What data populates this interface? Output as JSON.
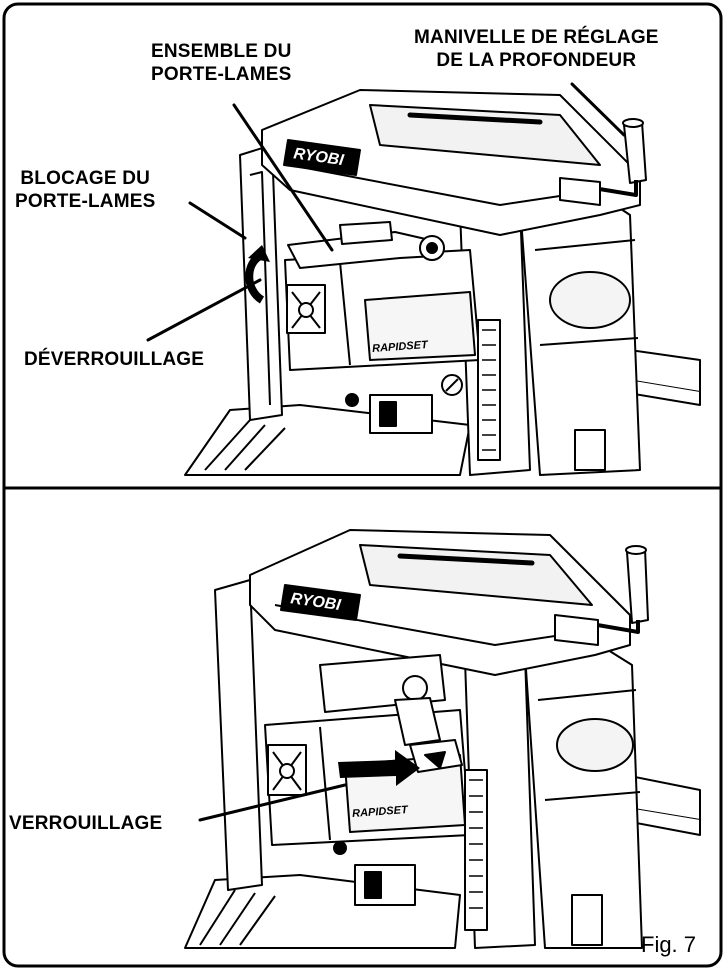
{
  "top": {
    "labels": {
      "blade_holder_assembly": [
        "ENSEMBLE DU",
        "PORTE-LAMES"
      ],
      "depth_crank": [
        "MANIVELLE DE RÉGLAGE",
        "DE LA PROFONDEUR"
      ],
      "blade_holder_lock": [
        "BLOCAGE DU",
        "PORTE-LAMES"
      ],
      "unlock": "DÉVERROUILLAGE"
    },
    "brand": "RYOBI",
    "badge": "RAPIDSET"
  },
  "bottom": {
    "labels": {
      "lock": "VERROUILLAGE"
    },
    "brand": "RYOBI",
    "badge": "RAPIDSET"
  },
  "figure_label": "Fig. 7"
}
